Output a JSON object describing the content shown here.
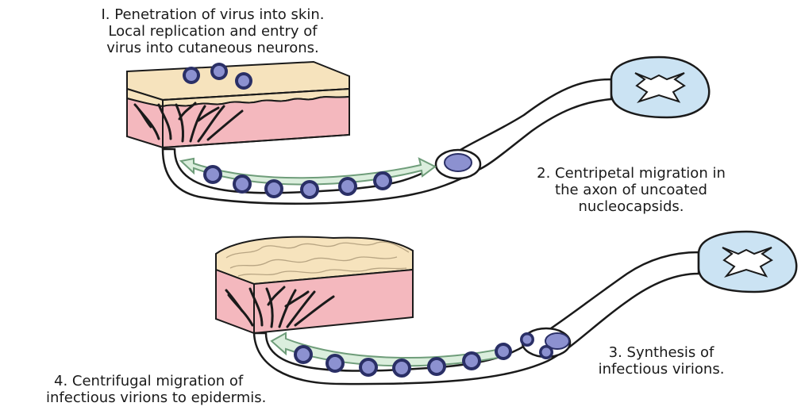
{
  "colors": {
    "background": "#ffffff",
    "epidermis": "#f6e3bd",
    "dermis": "#f4b8be",
    "nerve_outline": "#1a1a1a",
    "nerve_fill": "#ffffff",
    "spinal_cord": "#cbe3f3",
    "virion_fill": "#8c91d0",
    "virion_ring": "#2a2f66",
    "arrow_fill": "#dbeedd",
    "arrow_stroke": "#6f9d7a"
  },
  "steps": [
    {
      "id": "step-1",
      "lines": [
        "I. Penetration of virus into skin.",
        "Local replication and entry of",
        "virus into cutaneous neurons."
      ]
    },
    {
      "id": "step-2",
      "lines": [
        "2. Centripetal migration in",
        "the axon of uncoated",
        "nucleocapsids."
      ]
    },
    {
      "id": "step-3",
      "lines": [
        "3. Synthesis of",
        "infectious virions."
      ]
    },
    {
      "id": "step-4",
      "lines": [
        "4. Centrifugal migration of",
        "infectious virions to epidermis."
      ]
    }
  ]
}
